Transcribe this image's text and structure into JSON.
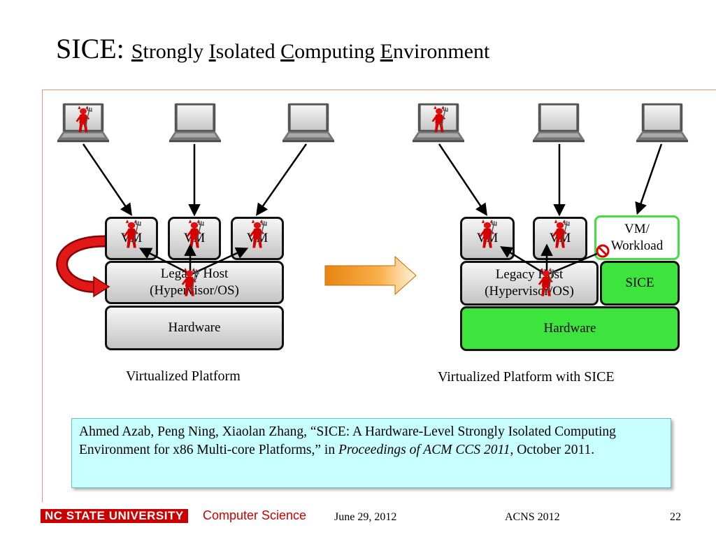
{
  "title": {
    "main": "SICE:",
    "words": [
      {
        "initial": "S",
        "rest": "trongly"
      },
      {
        "initial": "I",
        "rest": "solated"
      },
      {
        "initial": "C",
        "rest": "omputing"
      },
      {
        "initial": "E",
        "rest": "nvironment"
      }
    ]
  },
  "left_diagram": {
    "vm_label": "VM",
    "host_title": "Legacy Host",
    "host_subtitle": "(Hypervisor/OS)",
    "hardware": "Hardware",
    "caption": "Virtualized Platform"
  },
  "right_diagram": {
    "vm_label": "VM",
    "workload_line1": "VM/",
    "workload_line2": "Workload",
    "host_title": "Legacy Host",
    "host_subtitle": "(Hypervisor/OS)",
    "sice": "SICE",
    "hardware": "Hardware",
    "caption": "Virtualized Platform with SICE"
  },
  "citation": {
    "authors": "Ahmed Azab, Peng Ning, Xiaolan Zhang, “SICE: A Hardware-Level Strongly Isolated Computing Environment for x86 Multi-core Platforms,” in ",
    "venue": "Proceedings of ACM CCS 2011",
    "date": ", October 2011."
  },
  "footer": {
    "university": "NC STATE UNIVERSITY",
    "department": "Computer Science",
    "date": "June 29, 2012",
    "conference": "ACNS 2012",
    "page": "22"
  },
  "icons": [
    "laptop-icon",
    "devil-icon",
    "arrow-right-icon",
    "prohibited-icon"
  ],
  "colors": {
    "green": "#3ee43e",
    "accent_red": "#cc0000",
    "citation_bg": "#c8ffff",
    "orange": "#f59a1c"
  }
}
